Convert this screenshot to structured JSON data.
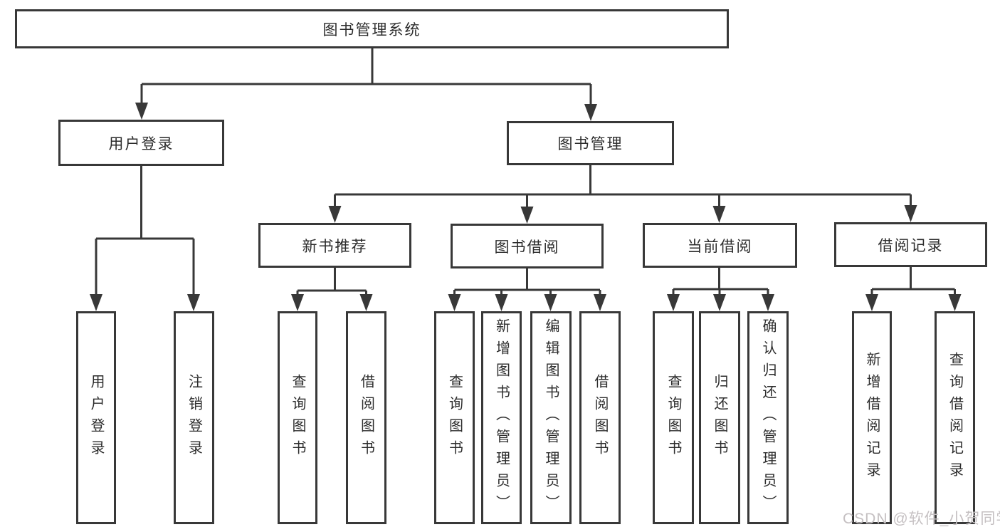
{
  "diagram_title": "图书管理系统",
  "tree": {
    "label": "图书管理系统",
    "children": [
      {
        "label": "用户登录",
        "children": [
          {
            "label": "用户登录"
          },
          {
            "label": "注销登录"
          }
        ]
      },
      {
        "label": "图书管理",
        "children": [
          {
            "label": "新书推荐",
            "children": [
              {
                "label": "查询图书"
              },
              {
                "label": "借阅图书"
              }
            ]
          },
          {
            "label": "图书借阅",
            "children": [
              {
                "label": "查询图书"
              },
              {
                "label": "新增图书（管理员）"
              },
              {
                "label": "编辑图书（管理员）"
              },
              {
                "label": "借阅图书"
              }
            ]
          },
          {
            "label": "当前借阅",
            "children": [
              {
                "label": "查询图书"
              },
              {
                "label": "归还图书"
              },
              {
                "label": "确认归还（管理员）"
              }
            ]
          },
          {
            "label": "借阅记录",
            "children": [
              {
                "label": "新增借阅记录"
              },
              {
                "label": "查询借阅记录"
              }
            ]
          }
        ]
      }
    ]
  },
  "watermark": "CSDN @软件_小贺同学",
  "colors": {
    "line": "#383838",
    "box_border": "#383838",
    "text": "#2c2c2c",
    "watermark": "#c5c0c2",
    "background": "#ffffff"
  }
}
